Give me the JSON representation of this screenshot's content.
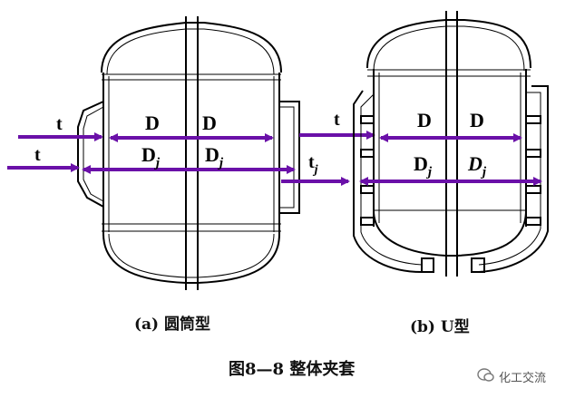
{
  "figure": {
    "left_labels": {
      "t_upper": "t",
      "t_lower": "t",
      "D_left": "D",
      "D_right": "D",
      "Dj_left": "D",
      "Dj_right": "D",
      "sub_j": "j"
    },
    "right_labels": {
      "t": "t",
      "tj": "t",
      "sub_j": "j",
      "D_left": "D",
      "D_right": "D",
      "Dj_left": "D",
      "Dj_right": "D"
    },
    "caption_a": "(a) 圆筒型",
    "caption_b": "(b)  U型",
    "figure_caption": "图8—8    整体夹套",
    "watermark": "化工交流"
  },
  "colors": {
    "arrow": "#6a10a8",
    "line": "#000000"
  }
}
